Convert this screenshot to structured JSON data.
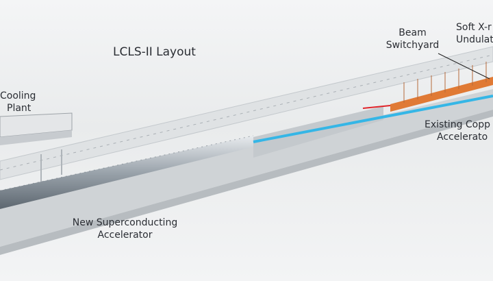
{
  "title": "LCLS-II Layout",
  "labels": {
    "cooling_plant": [
      "Cooling",
      "Plant"
    ],
    "new_accelerator": [
      "New Superconducting",
      "Accelerator"
    ],
    "beam_switchyard": [
      "Beam",
      "Switchyard"
    ],
    "soft_xray": [
      "Soft X-r",
      "Undulat"
    ],
    "existing_accelerator": [
      "Existing Copp",
      "Accelerato"
    ]
  },
  "colors": {
    "beam": "#35b6e6",
    "undulator": "#e07a35",
    "laser": "#e0242a"
  }
}
